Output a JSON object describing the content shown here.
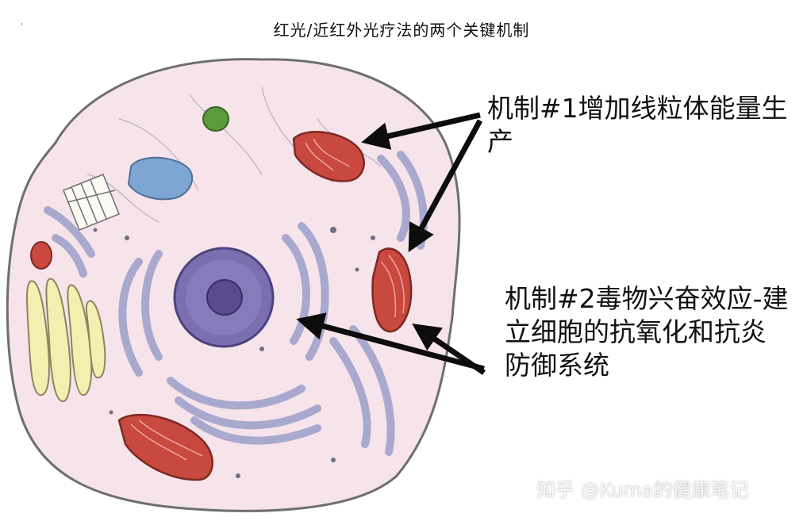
{
  "header": {
    "title": "红光/近红外光疗法的两个关键机制"
  },
  "annotations": {
    "mechanism_1": "机制#1增加线粒体能量生产",
    "mechanism_2": "机制#2毒物兴奋效应-建立细胞的抗氧化和抗炎防御系统"
  },
  "watermark": {
    "text": "知乎 @Kuma的健康笔记"
  },
  "corner_mark": "'",
  "colors": {
    "cytoplasm": "#f6e4ea",
    "membrane": "#6e6e72",
    "mitochondria": "#c9483f",
    "er": "#a9a8cf",
    "nucleus": "#7b6fb0",
    "nucleolus": "#5a4b8f",
    "lysosome_green": "#5d9a3c",
    "vacuole_blue": "#7ea6d3",
    "golgi_yellow": "#f4efb0",
    "arrow": "#0d0d0d"
  }
}
